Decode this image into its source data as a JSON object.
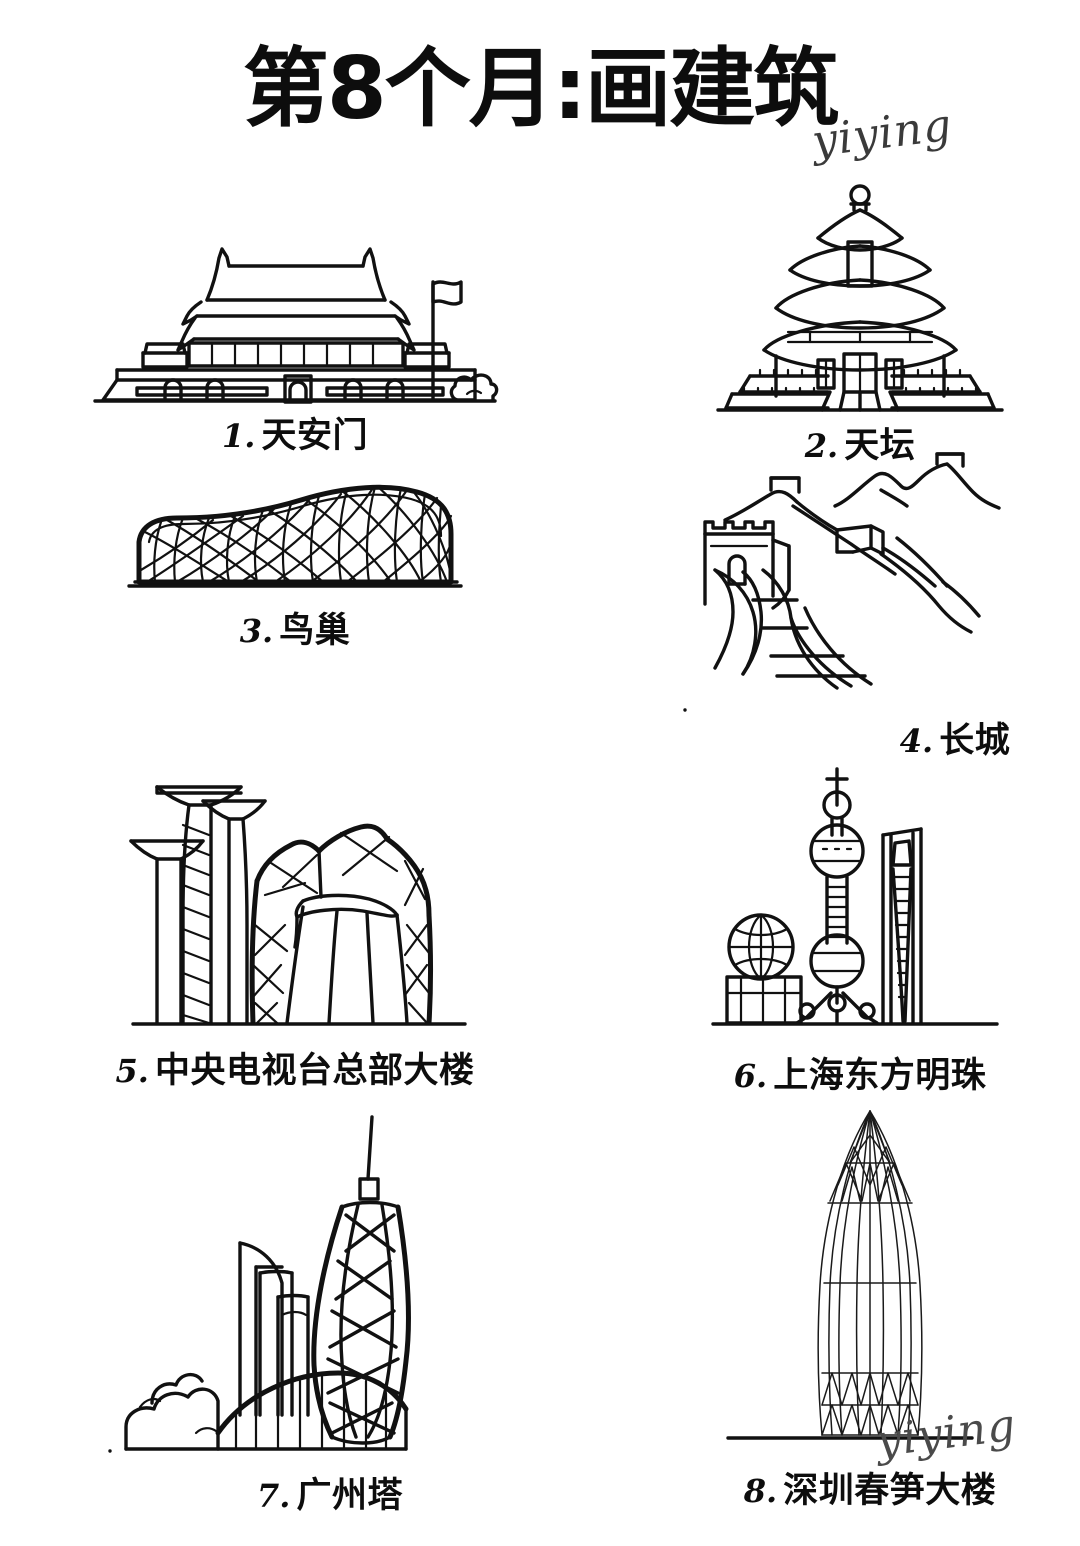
{
  "header": {
    "title": "第8个月:画建筑",
    "watermark": "yiying"
  },
  "footer": {
    "watermark": "yiying"
  },
  "items": [
    {
      "number": "1.",
      "label": "天安门",
      "icon": "tiananmen-gate-drawing"
    },
    {
      "number": "2.",
      "label": "天坛",
      "icon": "temple-of-heaven-drawing"
    },
    {
      "number": "3.",
      "label": "鸟巢",
      "icon": "birds-nest-stadium-drawing"
    },
    {
      "number": "4.",
      "label": "长城",
      "icon": "great-wall-drawing"
    },
    {
      "number": "5.",
      "label": "中央电视台总部大楼",
      "icon": "cctv-headquarters-drawing"
    },
    {
      "number": "6.",
      "label": "上海东方明珠",
      "icon": "oriental-pearl-tower-drawing"
    },
    {
      "number": "7.",
      "label": "广州塔",
      "icon": "canton-tower-drawing"
    },
    {
      "number": "8.",
      "label": "深圳春笋大楼",
      "icon": "shenzhen-spring-bamboo-tower-drawing"
    }
  ],
  "colors": {
    "ink": "#111111",
    "background": "#ffffff",
    "title": "#0d0d0d"
  }
}
